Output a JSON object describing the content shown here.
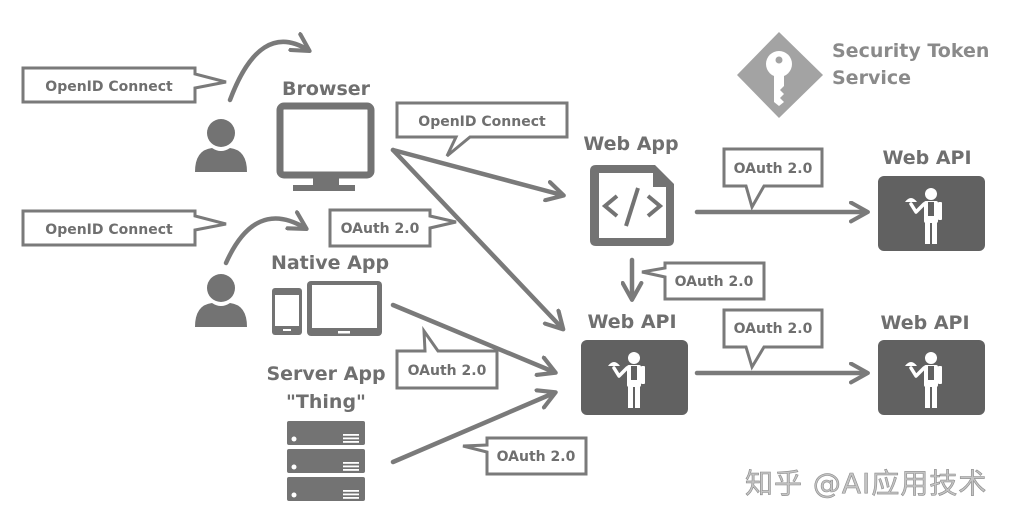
{
  "nodes": {
    "browser": {
      "label": "Browser"
    },
    "native_app": {
      "label": "Native App"
    },
    "server_app": {
      "label_line1": "Server App",
      "label_line2": "\"Thing\""
    },
    "web_app": {
      "label": "Web App"
    },
    "web_api_center": {
      "label": "Web API"
    },
    "web_api_top_right": {
      "label": "Web API"
    },
    "web_api_bottom_right": {
      "label": "Web API"
    },
    "security_token_service": {
      "label_line1": "Security Token",
      "label_line2": "Service"
    }
  },
  "callouts": {
    "user1_to_browser": "OpenID Connect",
    "user2_to_native": "OpenID Connect",
    "browser_to_webapp": "OpenID Connect",
    "native_to_webapi_upper": "OAuth 2.0",
    "webapp_to_webapi": "OAuth 2.0",
    "webapp_to_top_api": "OAuth 2.0",
    "webapi_to_bottom_api": "OAuth 2.0",
    "native_to_webapi_lower": "OAuth 2.0",
    "server_to_webapi": "OAuth 2.0"
  },
  "icons": {
    "user": "user-icon",
    "monitor": "monitor-icon",
    "phone": "phone-icon",
    "tablet": "tablet-icon",
    "server": "server-icon",
    "code_file": "code-file-icon",
    "waiter": "waiter-icon",
    "key_diamond": "key-icon"
  },
  "watermark": "知乎 @AI应用技术",
  "colors": {
    "stroke": "#7a7a7a",
    "text": "#6f6f6f",
    "api_box": "#616161",
    "sts": "#a3a3a3"
  }
}
